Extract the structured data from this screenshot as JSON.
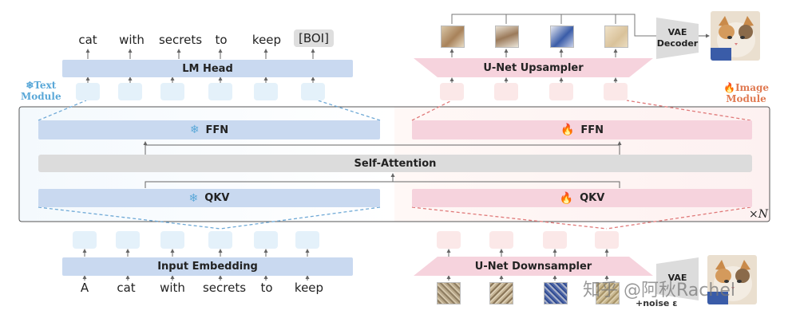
{
  "text_module": {
    "label_line1": "❄Text",
    "label_line2": "Module",
    "lm_head": "LM Head",
    "output_tokens": [
      "cat",
      "with",
      "secrets",
      "to",
      "keep"
    ],
    "boi_token": "[BOI]",
    "input_embedding": "Input Embedding",
    "input_tokens": [
      "A",
      "cat",
      "with",
      "secrets",
      "to",
      "keep"
    ],
    "ffn": "FFN",
    "qkv": "QKV",
    "frozen_icon": "snowflake-icon"
  },
  "image_module": {
    "label_line1": "🔥Image",
    "label_line2": "Module",
    "upsampler": "U-Net Upsampler",
    "downsampler": "U-Net Downsampler",
    "ffn": "FFN",
    "qkv": "QKV",
    "trainable_icon": "flame-icon",
    "vae_decoder_line1": "VAE",
    "vae_decoder_line2": "Decoder",
    "vae_encoder_line1": "VAE",
    "noise_label": "+noise ε"
  },
  "shared": {
    "self_attention": "Self-Attention",
    "repeat_label": "×N"
  },
  "watermark": "知乎 @阿秋Rachel",
  "colors": {
    "text_module_blue": "#c9d9f0",
    "image_module_pink": "#f6d3dd",
    "shared_grey": "#dcdcdc",
    "text_dash": "#6fa9d6",
    "image_dash": "#e07a7a"
  }
}
